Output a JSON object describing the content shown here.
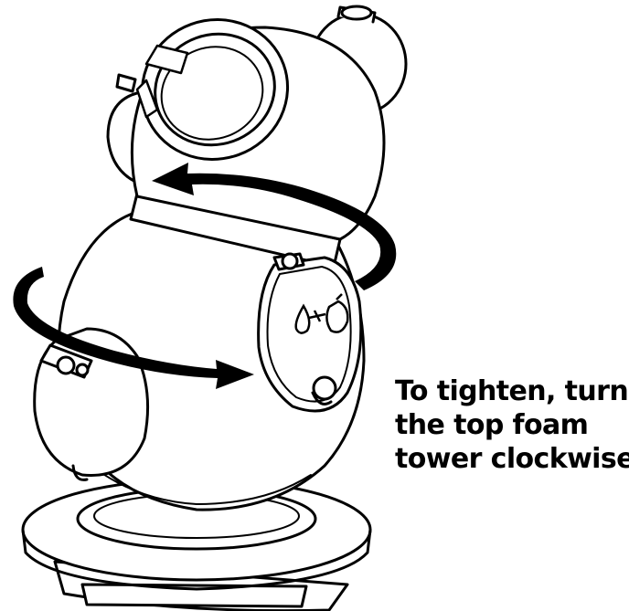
{
  "instruction": {
    "line1": "To tighten, turn",
    "line2": "the top foam",
    "line3": "tower clockwise."
  },
  "icons": {
    "rotation_arrows": "curved-arrow-icon",
    "water_symbol": "water-drop-icon",
    "plus_symbol": "plus-icon",
    "soap_symbol": "soap-bottle-icon"
  },
  "colors": {
    "line": "#000000",
    "fill": "#ffffff",
    "arrow": "#000000",
    "text": "#000000"
  }
}
